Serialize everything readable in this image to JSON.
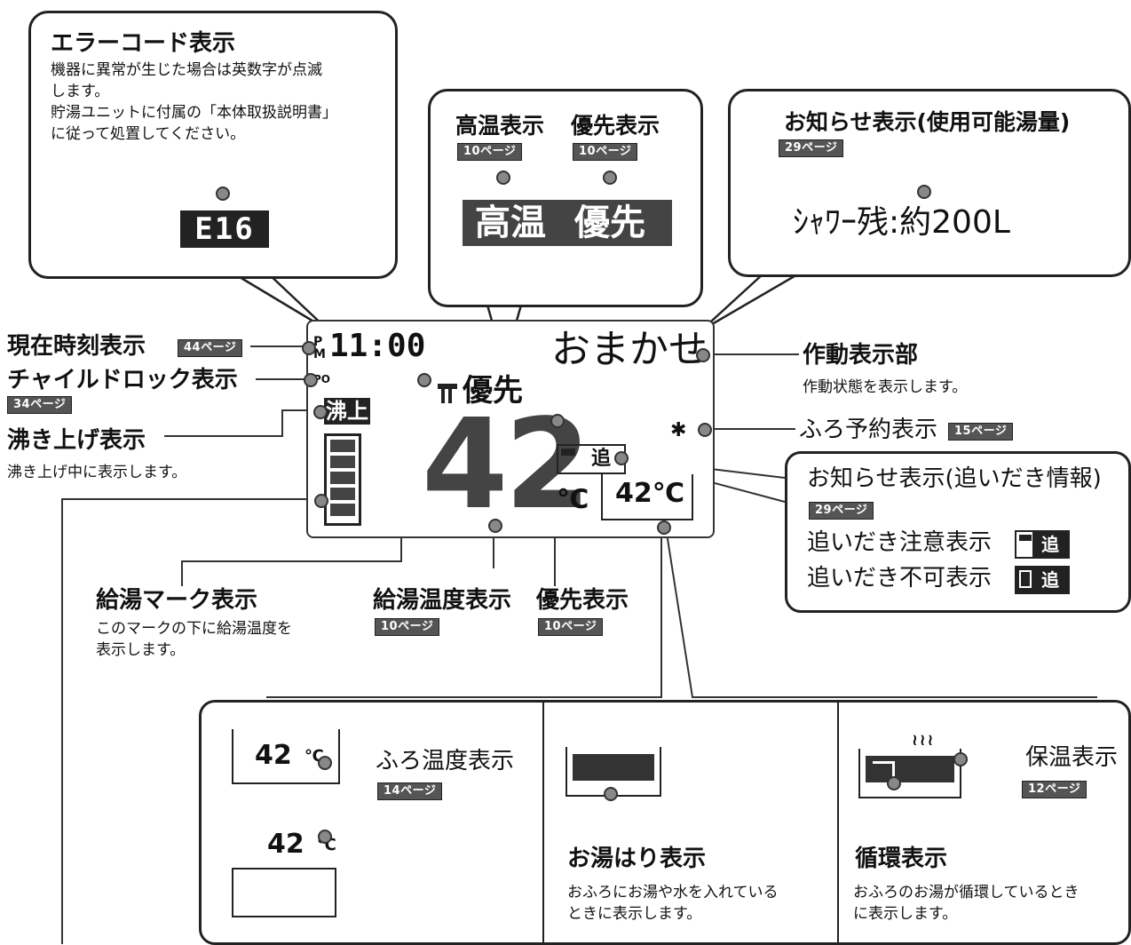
{
  "error_bubble": {
    "title": "エラーコード表示",
    "desc": [
      "機器に異常が生じた場合は英数字が点滅",
      "します。",
      "貯湯ユニットに付属の「本体取扱説明書」",
      "に従って処置してください。"
    ],
    "code": "E16"
  },
  "temp_bubble": {
    "high_label": "高温表示",
    "high_page": "10ページ",
    "priority_label": "優先表示",
    "priority_page": "10ページ",
    "lcd_high": "高温",
    "lcd_priority": "優先"
  },
  "notice_bubble": {
    "title": "お知らせ表示(使用可能湯量)",
    "page": "29ページ",
    "lcd_text": "ｼｬﾜｰ残:約200L"
  },
  "left_labels": {
    "clock": "現在時刻表示",
    "clock_page": "44ページ",
    "child_lock": "チャイルドロック表示",
    "child_lock_page": "34ページ",
    "boil": "沸き上げ表示",
    "boil_desc": "沸き上げ中に表示します。",
    "supply_mark": "給湯マーク表示",
    "supply_mark_desc": [
      "このマークの下に給湯温度を",
      "表示します。"
    ],
    "supply_temp": "給湯温度表示",
    "supply_temp_page": "10ページ",
    "priority": "優先表示",
    "priority_page": "10ページ"
  },
  "right_labels": {
    "operation": "作動表示部",
    "operation_desc": "作動状態を表示します。",
    "bath_reserve": "ふろ予約表示",
    "bath_reserve_page": "15ページ",
    "reheat_title": "お知らせ表示(追いだき情報)",
    "reheat_page": "29ページ",
    "reheat_caution": "追いだき注意表示",
    "reheat_disabled": "追いだき不可表示",
    "reheat_icon_text": "追"
  },
  "lcd": {
    "ampm_top": "P",
    "ampm_bottom": "M",
    "time": "11:00",
    "mode": "おまかせ",
    "lock": "PO",
    "boil": "沸上",
    "priority": "優先",
    "supply_temp": "42",
    "unit": "℃",
    "bath_temp": "42℃"
  },
  "bottom_panel": {
    "bath_temp_label": "ふろ温度表示",
    "bath_temp_page": "14ページ",
    "bath_temp_value": "42",
    "bath_temp_unit": "℃",
    "fill_label": "お湯はり表示",
    "fill_desc": [
      "おふろにお湯や水を入れている",
      "ときに表示します。"
    ],
    "keep_warm_label": "保温表示",
    "keep_warm_page": "12ページ",
    "circulate_label": "循環表示",
    "circulate_desc": [
      "おふろのお湯が循環しているとき",
      "に表示します。"
    ]
  }
}
